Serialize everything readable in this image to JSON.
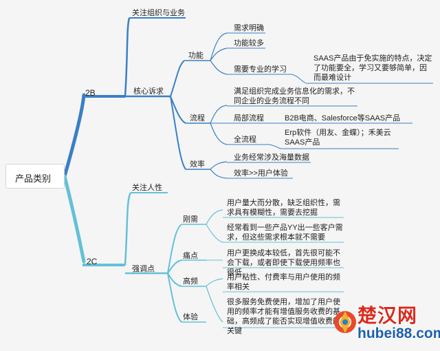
{
  "root": {
    "label": "产品类别"
  },
  "b2b": {
    "label": "2B",
    "focus": "关注组织与业务",
    "core": {
      "label": "核心诉求",
      "function": {
        "label": "功能",
        "items": [
          "需求明确",
          "功能较多",
          "需要专业的学习"
        ],
        "note": "SAAS产品由于免实施的特点，决定了功能要全，学习又要够简单，因而最难设计"
      },
      "process": {
        "label": "流程",
        "desc": "满足组织完成业务信息化的需求，不同企业的业务流程不同",
        "partial": {
          "label": "局部流程",
          "note": "B2B电商、Salesforce等SAAS产品"
        },
        "full": {
          "label": "全流程",
          "note": "Erp软件（用友、金蝶）；禾美云SAAS产品"
        }
      },
      "efficiency": {
        "label": "效率",
        "items": [
          "业务经常涉及海量数据",
          "效率>>用户体验"
        ]
      }
    }
  },
  "b2c": {
    "label": "2C",
    "focus": "关注人性",
    "emphasis": {
      "label": "强调点",
      "rigid": {
        "label": "刚需",
        "items": [
          "用户量大而分散，缺乏组织性，需求具有模糊性，需要去挖掘",
          "经常看到一些产品YY出一些客户需求，但这些需求根本就不需要"
        ]
      },
      "pain": {
        "label": "痛点",
        "items": [
          "用户更换成本较低，首先很可能不会下载，或者即使下载使用频率也很低"
        ]
      },
      "frequency": {
        "label": "高频",
        "items": [
          "用户粘性、付费率与用户使用的频率相关",
          "很多服务免费使用，增加了用户使用的频率才能有增值服务收费的基础，高频成了能否实现增值收费的关键"
        ]
      },
      "experience": {
        "label": "体验"
      }
    }
  },
  "watermark": {
    "cn": "楚汉网",
    "url": "hubei88.com"
  },
  "colors": {
    "b2b": "#3a7fc4",
    "b2c": "#62c1d8",
    "bg": "#f5f5f5"
  }
}
